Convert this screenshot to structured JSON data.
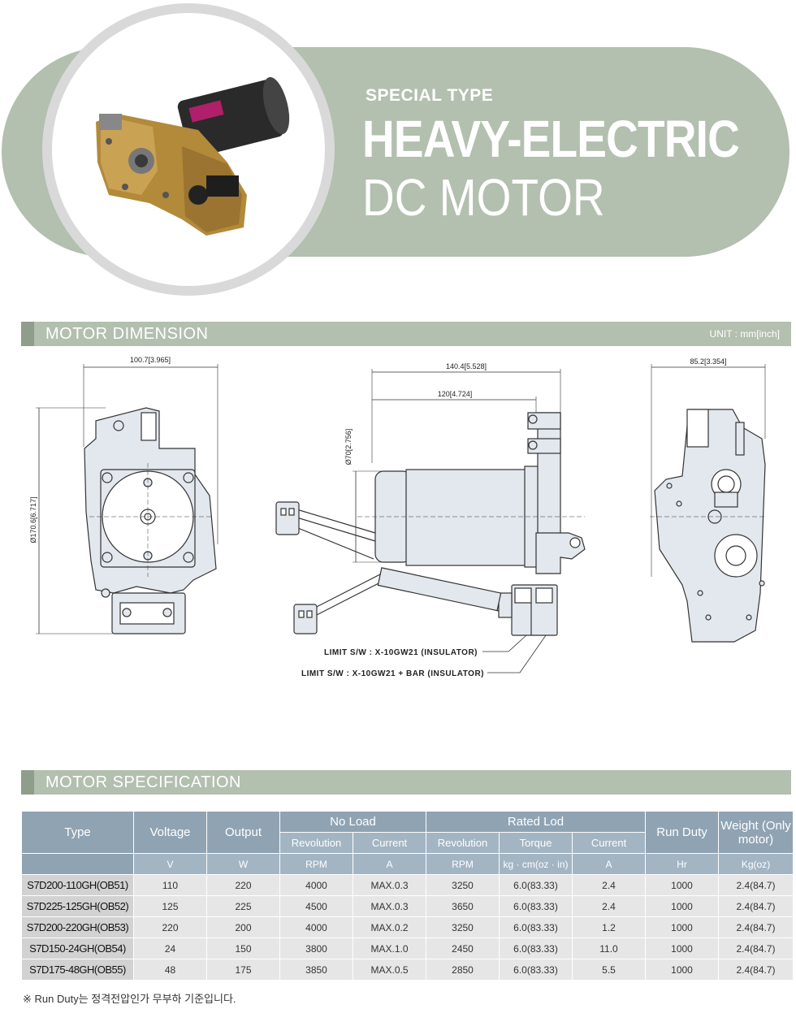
{
  "hero": {
    "subtitle": "SPECIAL TYPE",
    "title_line1": "HEAVY-ELECTRIC",
    "title_line2": "DC MOTOR",
    "photo_icon": "dc-motor-photo"
  },
  "dimension": {
    "title": "MOTOR DIMENSION",
    "unit": "UNIT : mm[inch]",
    "labels": {
      "front_width": "100.7[3.965]",
      "front_height": "Ø170.6[6.717]",
      "side_total": "140.4[5.528]",
      "side_body": "120[4.724]",
      "side_dia": "Ø70[2.756]",
      "right_width": "85.2[3.354]"
    },
    "callouts": [
      "LIMIT S/W : X-10GW21 (INSULATOR)",
      "LIMIT S/W : X-10GW21 + BAR (INSULATOR)"
    ]
  },
  "spec": {
    "title": "MOTOR SPECIFICATION",
    "headers": {
      "type": "Type",
      "voltage": "Voltage",
      "output": "Output",
      "no_load": "No Load",
      "rated": "Rated Lod",
      "run_duty": "Run Duty",
      "weight": "Weight (Only motor)",
      "revolution": "Revolution",
      "current": "Current",
      "torque": "Torque"
    },
    "units": [
      "V",
      "W",
      "RPM",
      "A",
      "RPM",
      "kg · cm(oz · in)",
      "A",
      "Hr",
      "Kg(oz)"
    ],
    "rows": [
      [
        "S7D200-110GH(OB51)",
        "110",
        "220",
        "4000",
        "MAX.0.3",
        "3250",
        "6.0(83.33)",
        "2.4",
        "1000",
        "2.4(84.7)"
      ],
      [
        "S7D225-125GH(OB52)",
        "125",
        "225",
        "4500",
        "MAX.0.3",
        "3650",
        "6.0(83.33)",
        "2.4",
        "1000",
        "2.4(84.7)"
      ],
      [
        "S7D200-220GH(OB53)",
        "220",
        "200",
        "4000",
        "MAX.0.2",
        "3250",
        "6.0(83.33)",
        "1.2",
        "1000",
        "2.4(84.7)"
      ],
      [
        "S7D150-24GH(OB54)",
        "24",
        "150",
        "3800",
        "MAX.1.0",
        "2450",
        "6.0(83.33)",
        "11.0",
        "1000",
        "2.4(84.7)"
      ],
      [
        "S7D175-48GH(OB55)",
        "48",
        "175",
        "3850",
        "MAX.0.5",
        "2850",
        "6.0(83.33)",
        "5.5",
        "1000",
        "2.4(84.7)"
      ]
    ],
    "note": "※ Run Duty는 정격전압인가 무부하 기준입니다."
  }
}
